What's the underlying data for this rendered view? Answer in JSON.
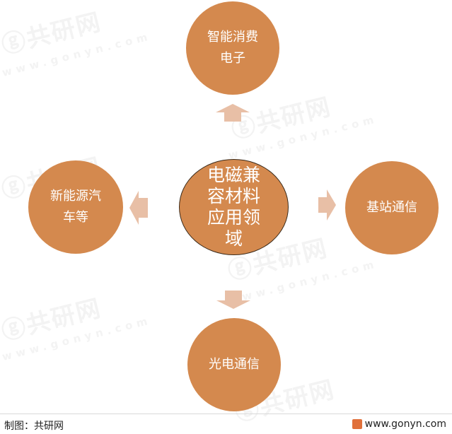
{
  "center": {
    "label": "电磁兼\n容材料\n应用领\n域"
  },
  "nodes": {
    "top": "智能消费\n电子",
    "left": "新能源汽\n车等",
    "right": "基站通信",
    "bottom": "光电通信"
  },
  "watermark": {
    "brand": "共研网",
    "domain": "www.gonyn.com"
  },
  "footer": {
    "source": "制图：共研网",
    "website": "www.gonyn.com"
  },
  "colors": {
    "node_fill": "#d4894e",
    "arrow_fill": "#e8bfa6",
    "center_border": "#3a2a1a"
  }
}
